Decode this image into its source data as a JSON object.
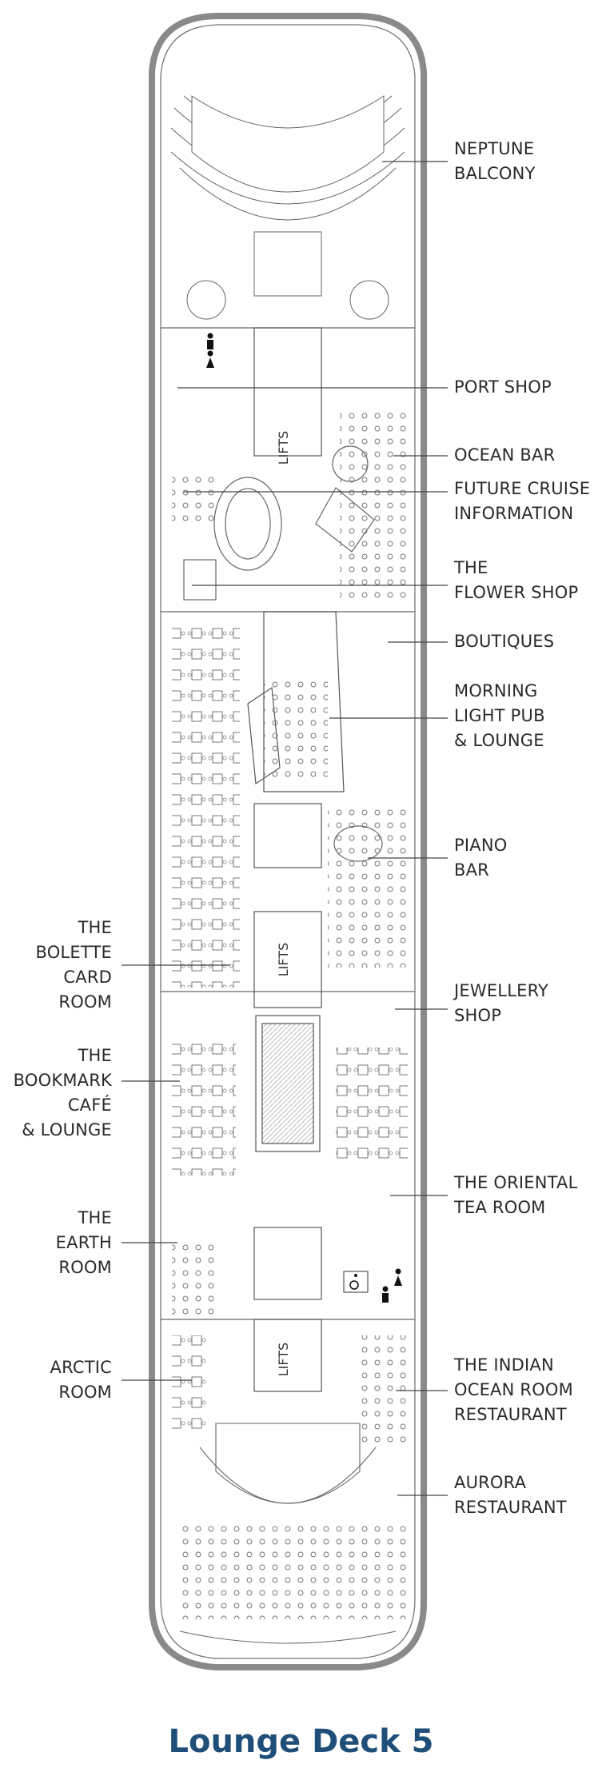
{
  "title": "Lounge Deck 5",
  "map_marks": {
    "lifts": "LIFTS"
  },
  "colors": {
    "title": "#1f4e79",
    "hull": "#8a8a8a",
    "line": "#555555"
  },
  "icons": [
    "restroom-male-icon",
    "restroom-female-icon",
    "wheelchair-icon"
  ],
  "labels_right": [
    {
      "name": "neptune-balcony",
      "lines": [
        "NEPTUNE",
        "BALCONY"
      ]
    },
    {
      "name": "port-shop",
      "lines": [
        "PORT SHOP"
      ]
    },
    {
      "name": "ocean-bar",
      "lines": [
        "OCEAN BAR"
      ]
    },
    {
      "name": "future-cruise-information",
      "lines": [
        "FUTURE CRUISE",
        "INFORMATION"
      ]
    },
    {
      "name": "the-flower-shop",
      "lines": [
        "THE",
        "FLOWER SHOP"
      ]
    },
    {
      "name": "boutiques",
      "lines": [
        "BOUTIQUES"
      ]
    },
    {
      "name": "morning-light-pub",
      "lines": [
        "MORNING",
        "LIGHT PUB",
        "& LOUNGE"
      ]
    },
    {
      "name": "piano-bar",
      "lines": [
        "PIANO",
        "BAR"
      ]
    },
    {
      "name": "jewellery-shop",
      "lines": [
        "JEWELLERY",
        "SHOP"
      ]
    },
    {
      "name": "the-oriental-tea-room",
      "lines": [
        "THE ORIENTAL",
        "TEA ROOM"
      ]
    },
    {
      "name": "the-indian-ocean-room",
      "lines": [
        "THE INDIAN",
        "OCEAN ROOM",
        "RESTAURANT"
      ]
    },
    {
      "name": "aurora-restaurant",
      "lines": [
        "AURORA",
        "RESTAURANT"
      ]
    }
  ],
  "labels_left": [
    {
      "name": "the-bolette-card-room",
      "lines": [
        "THE",
        "BOLETTE",
        "CARD",
        "ROOM"
      ]
    },
    {
      "name": "the-bookmark-cafe",
      "lines": [
        "THE",
        "BOOKMARK",
        "CAFÉ",
        "& LOUNGE"
      ]
    },
    {
      "name": "the-earth-room",
      "lines": [
        "THE",
        "EARTH",
        "ROOM"
      ]
    },
    {
      "name": "arctic-room",
      "lines": [
        "ARCTIC",
        "ROOM"
      ]
    }
  ]
}
